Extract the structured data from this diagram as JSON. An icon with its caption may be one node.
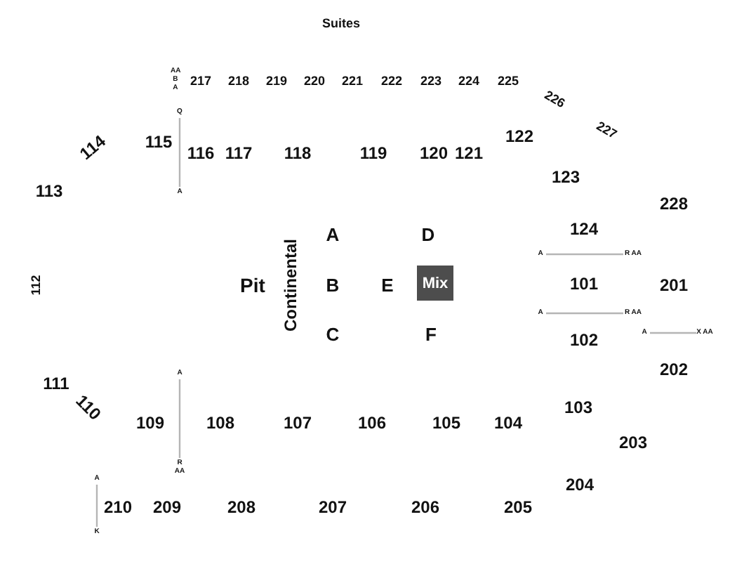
{
  "diagram": {
    "nodes": [
      {
        "text": [
          "Mix"
        ]
      }
    ],
    "labels": [
      "Suites",
      "AA B A",
      "217",
      "218",
      "219",
      "220",
      "221",
      "222",
      "223",
      "224",
      "225",
      "226",
      "Q",
      "227",
      "115",
      "114",
      "122",
      "116",
      "117",
      "118",
      "119",
      "120",
      "121",
      "123",
      "113",
      "A",
      "228",
      "124",
      "A",
      "R AA",
      "A",
      "D",
      "112",
      "Pit",
      "Continental",
      "B",
      "E",
      "101",
      "201",
      "A",
      "R AA",
      "A",
      "X AA",
      "C",
      "F",
      "102",
      "202",
      "A",
      "111",
      "110",
      "103",
      "109",
      "108",
      "107",
      "106",
      "105",
      "104",
      "203",
      "R AA",
      "A",
      "204",
      "210",
      "209",
      "208",
      "207",
      "206",
      "205",
      "K"
    ]
  }
}
